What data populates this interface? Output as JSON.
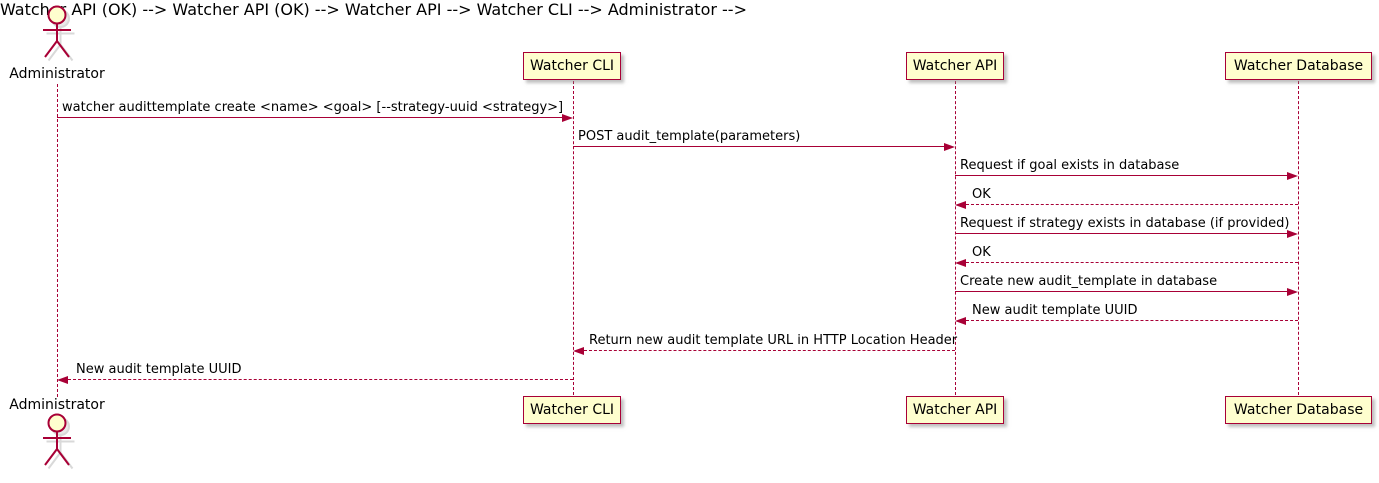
{
  "diagram": {
    "type": "sequence",
    "participants": [
      {
        "id": "administrator",
        "label": "Administrator",
        "kind": "actor"
      },
      {
        "id": "watcher-cli",
        "label": "Watcher CLI",
        "kind": "participant"
      },
      {
        "id": "watcher-api",
        "label": "Watcher API",
        "kind": "participant"
      },
      {
        "id": "watcher-database",
        "label": "Watcher Database",
        "kind": "participant"
      }
    ],
    "messages": [
      {
        "from": "Administrator",
        "to": "Watcher CLI",
        "label": "watcher audittemplate create <name> <goal> [--strategy-uuid <strategy>]",
        "line": "solid",
        "direction": "right"
      },
      {
        "from": "Watcher CLI",
        "to": "Watcher API",
        "label": "POST audit_template(parameters)",
        "line": "solid",
        "direction": "right"
      },
      {
        "from": "Watcher API",
        "to": "Watcher Database",
        "label": "Request if goal exists in database",
        "line": "solid",
        "direction": "right"
      },
      {
        "from": "Watcher Database",
        "to": "Watcher API",
        "label": "OK",
        "line": "dashed",
        "direction": "left"
      },
      {
        "from": "Watcher API",
        "to": "Watcher Database",
        "label": "Request if strategy exists in database (if provided)",
        "line": "solid",
        "direction": "right"
      },
      {
        "from": "Watcher Database",
        "to": "Watcher API",
        "label": "OK",
        "line": "dashed",
        "direction": "left"
      },
      {
        "from": "Watcher API",
        "to": "Watcher Database",
        "label": "Create new audit_template in database",
        "line": "solid",
        "direction": "right"
      },
      {
        "from": "Watcher Database",
        "to": "Watcher API",
        "label": "New audit template UUID",
        "line": "dashed",
        "direction": "left"
      },
      {
        "from": "Watcher API",
        "to": "Watcher CLI",
        "label": "Return new audit template URL in HTTP Location Header",
        "line": "dashed",
        "direction": "left"
      },
      {
        "from": "Watcher CLI",
        "to": "Administrator",
        "label": "New audit template UUID",
        "line": "dashed",
        "direction": "left"
      }
    ],
    "colors": {
      "line": "#A80036",
      "participant_fill": "#FEFECE",
      "text": "#000000",
      "background": "#FFFFFF",
      "shadow": "#8C8C8C"
    }
  }
}
